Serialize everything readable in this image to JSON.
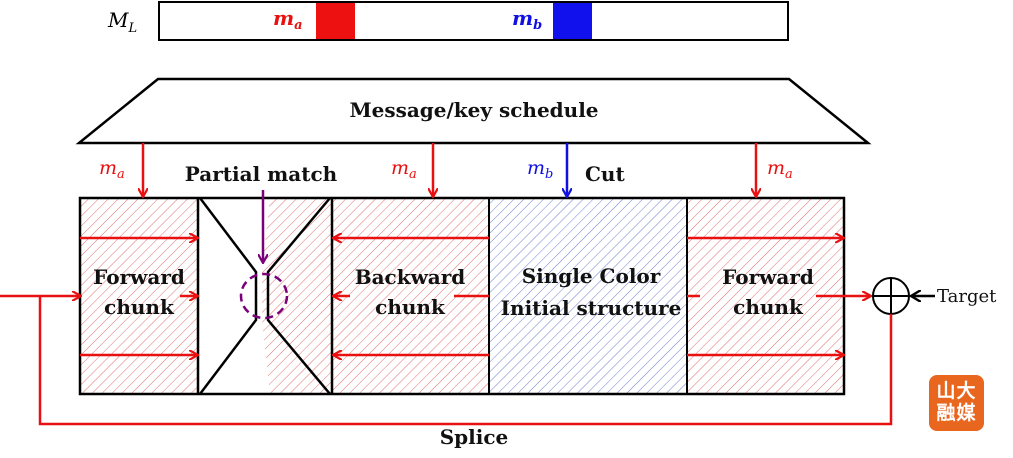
{
  "memory": {
    "label_main": "M",
    "label_sub": "L",
    "ma_label": "m",
    "ma_sub": "a",
    "mb_label": "m",
    "mb_sub": "b"
  },
  "schedule": {
    "label": "Message/key schedule"
  },
  "arrows": {
    "left_ma": "m",
    "left_ma_sub": "a",
    "mid_ma": "m",
    "mid_ma_sub": "a",
    "mb": "m",
    "mb_sub": "b",
    "right_ma": "m",
    "right_ma_sub": "a"
  },
  "labels": {
    "partial_match": "Partial match",
    "cut": "Cut",
    "splice": "Splice",
    "target": "Target"
  },
  "chunks": {
    "forward_left": {
      "line1": "Forward",
      "line2": "chunk"
    },
    "backward": {
      "line1": "Backward",
      "line2": "chunk"
    },
    "initial": {
      "line1": "Single Color",
      "line2": "Initial structure"
    },
    "forward_right": {
      "line1": "Forward",
      "line2": "chunk"
    }
  },
  "logo": {
    "line1": "山大",
    "line2": "融媒"
  },
  "colors": {
    "red": "#e81010",
    "blue": "#1010e0",
    "purple": "#7a007a",
    "red_hatch": "#e07070",
    "blue_hatch": "#7080d0"
  }
}
